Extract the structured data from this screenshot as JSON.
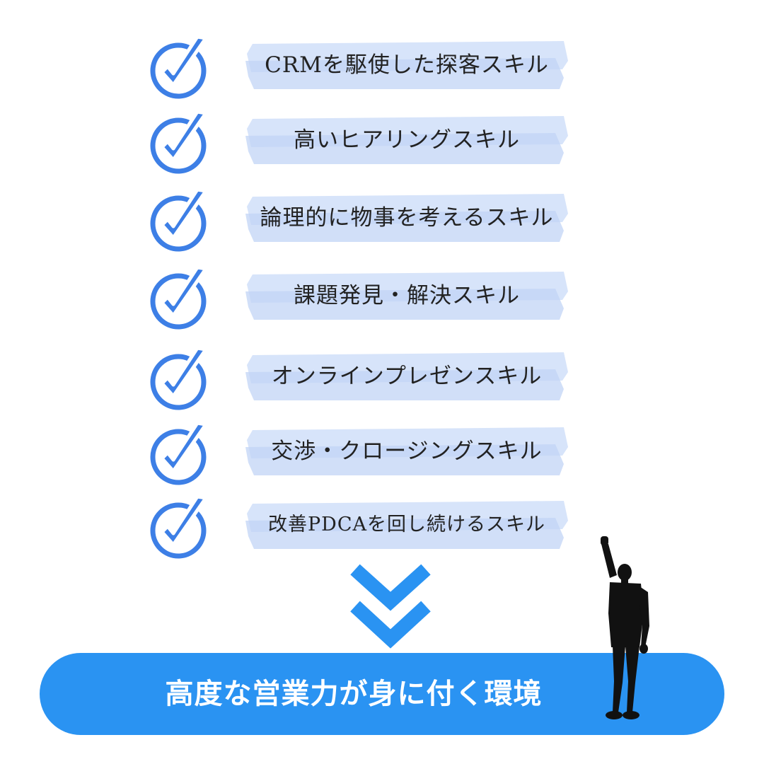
{
  "skills": [
    {
      "label": "CRMを駆使した探客スキル"
    },
    {
      "label": "高いヒアリングスキル"
    },
    {
      "label": "論理的に物事を考えるスキル"
    },
    {
      "label": "課題発見・解決スキル"
    },
    {
      "label": "オンラインプレゼンスキル"
    },
    {
      "label": "交渉・クロージングスキル"
    },
    {
      "label": "改善PDCAを回し続けるスキル"
    }
  ],
  "result": {
    "label": "高度な営業力が身に付く環境"
  },
  "colors": {
    "accent": "#2a93f2",
    "check": "#3d7fe6",
    "band": "#d3e1fa",
    "band_dark": "#c2d4f6",
    "silhouette": "#111111"
  },
  "icons": {
    "check": "checkmark-circle-icon",
    "arrow": "double-chevron-down-icon",
    "person": "person-fist-raised-icon"
  }
}
